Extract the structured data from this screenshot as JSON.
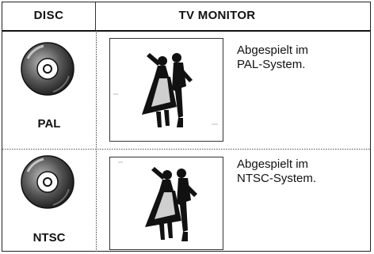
{
  "header": {
    "disc": "DISC",
    "tv_monitor": "TV MONITOR"
  },
  "rows": [
    {
      "disc_label": "PAL",
      "disc_icon": "disc-icon",
      "tv_icon": "dancing-couple-icon",
      "description_line1": "Abgespielt im",
      "description_line2": "PAL-System."
    },
    {
      "disc_label": "NTSC",
      "disc_icon": "disc-icon",
      "tv_icon": "dancing-couple-icon",
      "description_line1": "Abgespielt im",
      "description_line2": "NTSC-System."
    }
  ]
}
